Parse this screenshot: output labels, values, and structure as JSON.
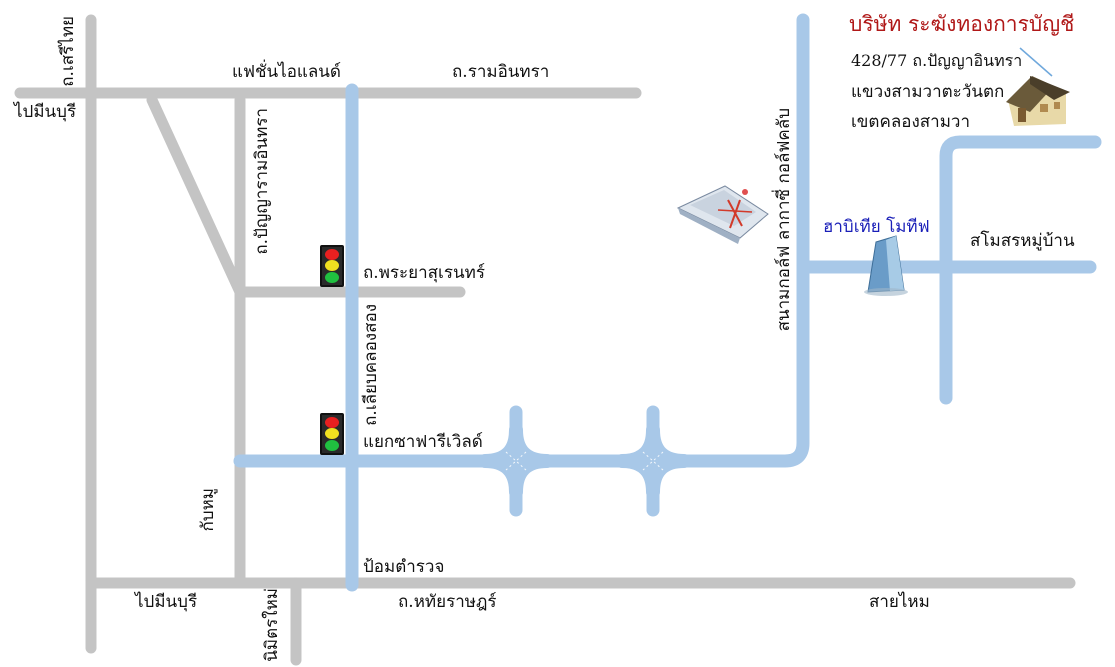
{
  "company": {
    "name": "บริษัท ระฆังทองการบัญชี",
    "address_line1": "428/77 ถ.ปัญญาอินทรา",
    "address_line2": "แขวงสามวาตะวันตก",
    "address_line3": "เขตคลองสามวา"
  },
  "labels": {
    "fashion_island": "แฟชั่นไอแลนด์",
    "ramindra_rd": "ถ.รามอินทรา",
    "seri_thai_rd": "ถ.เสรีไทย",
    "to_minburi_top": "ไปมีนบุรี",
    "panya_ramindra_rd": "ถ.ปัญญารามอินทรา",
    "phraya_suren_rd": "ถ.พระยาสุเรนทร์",
    "liap_khlong_song_rd": "ถ.เลียบคลองสอง",
    "safari_world_junction": "แยกซาฟารีเวิลด์",
    "kubmu": "กับหมู",
    "police_post": "ป้อมตำรวจ",
    "to_minburi_bottom": "ไปมีนบุรี",
    "nimit_mai": "นิมิตรใหม่",
    "hathairat_rd": "ถ.หทัยราษฎร์",
    "sai_mai": "สายไหม",
    "golf_course": "สนามกอล์ฟ ลากาซี่ กอล์ฟคลับ",
    "habitia_motif": "ฮาบิเทีย โมทีฟ",
    "clubhouse": "สโมสรหมู่บ้าน"
  },
  "icons": [
    "traffic-light-icon",
    "golf-course-icon",
    "tower-building-icon",
    "house-icon"
  ],
  "colors": {
    "gray_road": "#c4c4c4",
    "blue_road": "#a8c8e8",
    "title": "#b01818",
    "project_label": "#1a1fb8"
  }
}
